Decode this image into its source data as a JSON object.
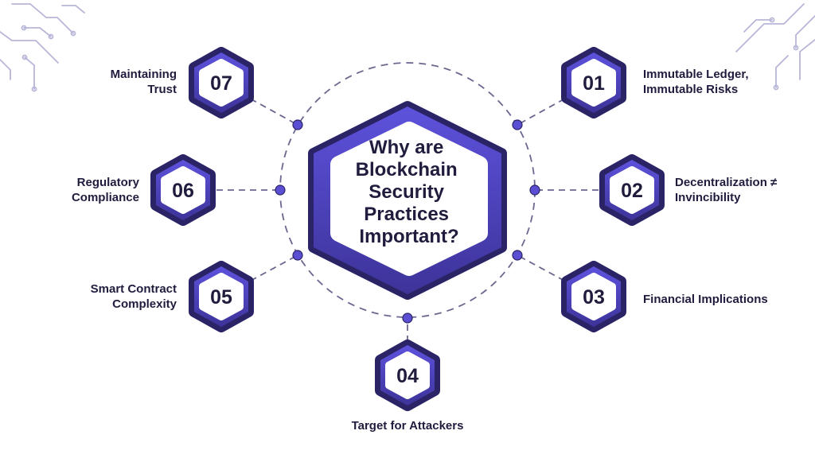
{
  "colors": {
    "hex_top": "#5d52dc",
    "hex_bottom": "#3d3399",
    "outline": "#2a2466",
    "text": "#1f1c3d",
    "dashed": "#6b6890",
    "circuit": "#b8b6d8"
  },
  "center": {
    "lines": [
      "Why are",
      "Blockchain",
      "Security",
      "Practices",
      "Important?"
    ]
  },
  "items": [
    {
      "number": "01",
      "lines": [
        "Immutable Ledger,",
        "Immutable Risks"
      ]
    },
    {
      "number": "02",
      "lines": [
        "Decentralization ≠",
        "Invincibility"
      ]
    },
    {
      "number": "03",
      "lines": [
        "Financial Implications"
      ]
    },
    {
      "number": "04",
      "lines": [
        "Target for Attackers"
      ]
    },
    {
      "number": "05",
      "lines": [
        "Smart Contract",
        "Complexity"
      ]
    },
    {
      "number": "06",
      "lines": [
        "Regulatory",
        "Compliance"
      ]
    },
    {
      "number": "07",
      "lines": [
        "Maintaining",
        "Trust"
      ]
    }
  ]
}
